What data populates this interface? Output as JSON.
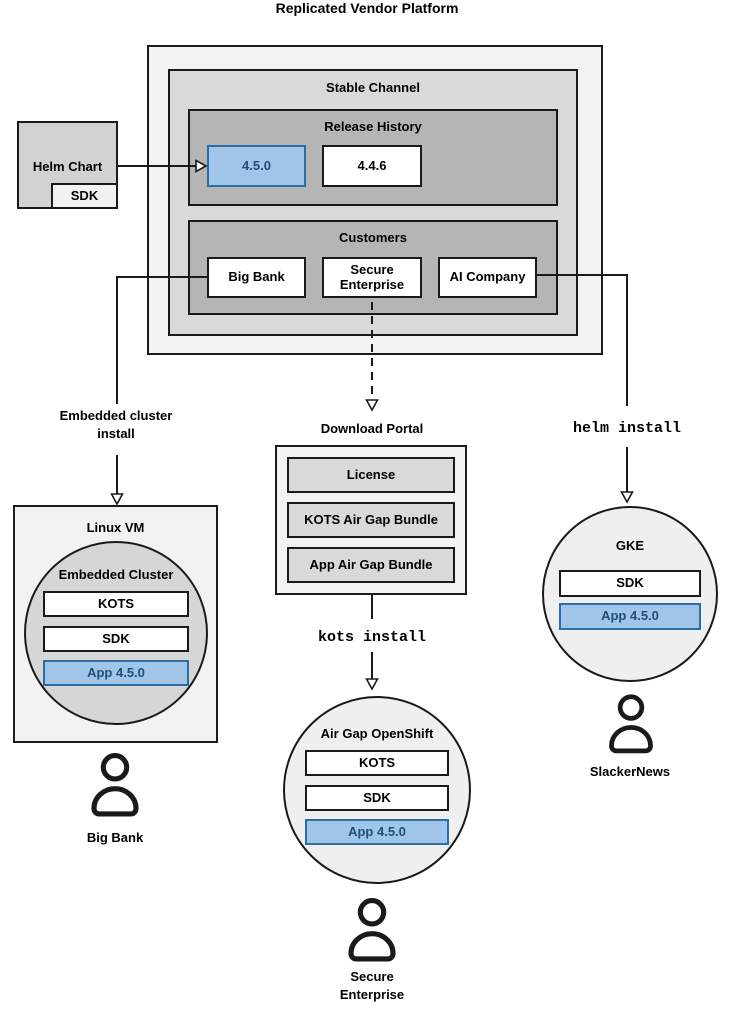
{
  "title": "Replicated Vendor Platform",
  "platform": {
    "stable_channel": {
      "label": "Stable Channel"
    },
    "release_history": {
      "label": "Release History",
      "current_version": "4.5.0",
      "previous_version": "4.4.6"
    },
    "customers": {
      "label": "Customers",
      "items": [
        "Big Bank",
        "Secure Enterprise",
        "AI Company"
      ]
    }
  },
  "helm_chart": {
    "label": "Helm Chart",
    "sdk": "SDK"
  },
  "edges": {
    "embedded_cluster_install": "Embedded cluster install",
    "download_portal_label": "Download Portal",
    "helm_install": "helm install",
    "kots_install": "kots install"
  },
  "download_portal": {
    "items": [
      "License",
      "KOTS Air Gap Bundle",
      "App Air Gap Bundle"
    ]
  },
  "linux_vm": {
    "label": "Linux VM",
    "embedded_cluster": {
      "label": "Embedded Cluster",
      "kots": "KOTS",
      "sdk": "SDK",
      "app": "App 4.5.0"
    },
    "user": "Big Bank"
  },
  "airgap_openshift": {
    "label": "Air Gap OpenShift",
    "kots": "KOTS",
    "sdk": "SDK",
    "app": "App 4.5.0",
    "user": "Secure Enterprise"
  },
  "gke": {
    "label": "GKE",
    "sdk": "SDK",
    "app": "App 4.5.0",
    "user": "SlackerNews"
  },
  "colors": {
    "highlight_fill": "#9fc5e8",
    "highlight_border": "#2e6da4",
    "highlight_text": "#1f4e79",
    "container_light": "#f2f2f2",
    "container_mid": "#d9d9d9",
    "container_dark": "#b5b5b5"
  }
}
